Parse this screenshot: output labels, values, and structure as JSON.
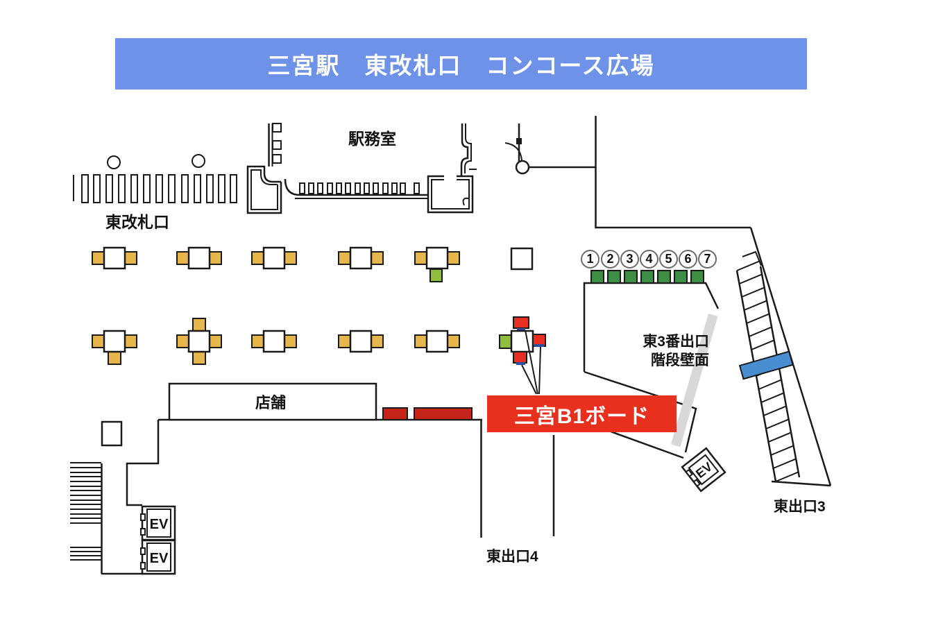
{
  "header": {
    "title": "三宮駅　東改札口　コンコース広場",
    "bg_color": "#6e92e8"
  },
  "map": {
    "labels": {
      "station_office": "駅務室",
      "east_gate": "東改札口",
      "shop": "店舗",
      "elevator": "EV",
      "east_exit3_wall_line1": "東3番出口",
      "east_exit3_wall_line2": "階段壁面",
      "east_exit4": "東出口4",
      "east_exit3": "東出口3"
    },
    "board_label": {
      "text": "三宮B1ボード",
      "bg_color": "#e8301f"
    },
    "exit_numbers": [
      "1",
      "2",
      "3",
      "4",
      "5",
      "6",
      "7"
    ],
    "colors": {
      "header_bg": "#6e92e8",
      "pillar_board_yellow": "#e6b84c",
      "pillar_board_yellow_green": "#8fbe3e",
      "numbered_board_green": "#3e8e43",
      "pillar_board_red": "#e63023",
      "wall_board_dark_red": "#c5241b",
      "board_base_blue": "#2d4d9e",
      "stair_board_blue": "#4a8ed2",
      "stair_wall_gray": "#d8d8d8",
      "label_red": "#e8301f"
    }
  }
}
